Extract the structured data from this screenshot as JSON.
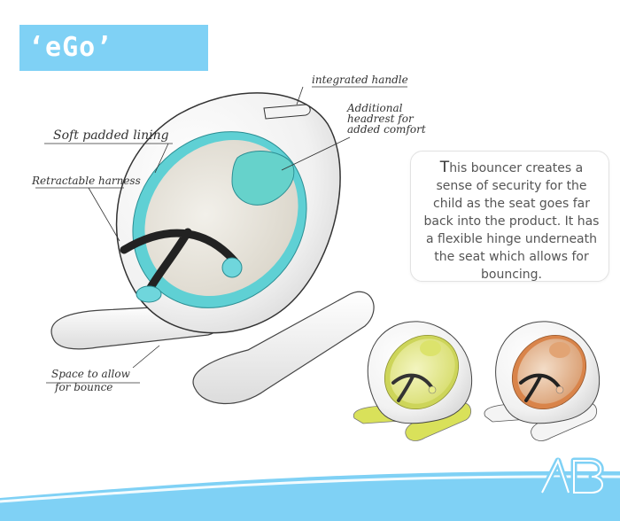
{
  "title": "‘eGo’",
  "annotations": {
    "integrated_handle": "integrated handle",
    "additional_headrest_1": "Additional",
    "additional_headrest_2": "headrest for",
    "additional_headrest_3": "added comfort",
    "soft_padded_lining": "Soft padded lining",
    "retractable_harness": "Retractable harness",
    "space_bounce_1": "Space to allow",
    "space_bounce_2": "for bounce"
  },
  "description": {
    "first_letter": "T",
    "rest": "his bouncer creates a sense of security for the child as the seat goes far back into the product. It has a flexible hinge underneath the seat which allows for bouncing."
  },
  "colors": {
    "title_bar": "#7fd1f5",
    "main_accent": "#5fd0d4",
    "variant_yellow": "#d9e15a",
    "variant_orange": "#e0905a",
    "wave": "#7fd1f5"
  },
  "logo_text": "AB"
}
